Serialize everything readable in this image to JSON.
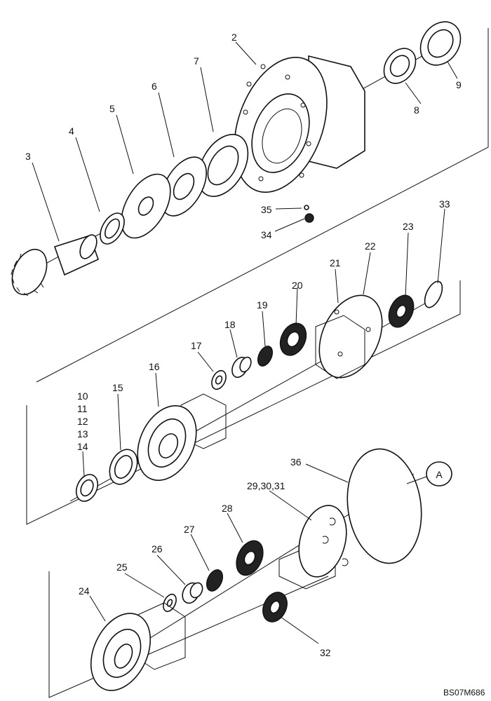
{
  "drawing_code": "BS07M686",
  "callout_circle": "A",
  "part_labels": {
    "p2": "2",
    "p3": "3",
    "p4": "4",
    "p5": "5",
    "p6": "6",
    "p7": "7",
    "p8": "8",
    "p9": "9",
    "p35": "35",
    "p34": "34",
    "p33": "33",
    "p23": "23",
    "p22": "22",
    "p21": "21",
    "p20": "20",
    "p19": "19",
    "p18": "18",
    "p17": "17",
    "p16": "16",
    "p15": "15",
    "p10": "10",
    "p11": "11",
    "p12": "12",
    "p13": "13",
    "p14": "14",
    "p36": "36",
    "p29_30_31": "29,30,31",
    "p28": "28",
    "p27": "27",
    "p26": "26",
    "p25": "25",
    "p24": "24",
    "p32": "32"
  }
}
